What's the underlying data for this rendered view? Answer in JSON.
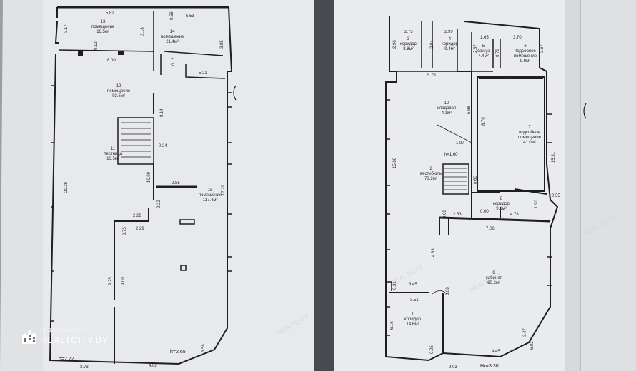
{
  "watermark": {
    "sub": "НЕДВИЖИМОСТЬ",
    "brand": "REALTCITY.BY",
    "icon": "city-skyline-icon"
  },
  "left_plan": {
    "rooms": [
      {
        "num": "13",
        "name": "помещение",
        "area": "18.5м²"
      },
      {
        "num": "14",
        "name": "помещение",
        "area": "21.4м²"
      },
      {
        "num": "12",
        "name": "помещение",
        "area": "93.5м²"
      },
      {
        "num": "11",
        "name": "лестница",
        "area": "10.5м²"
      },
      {
        "num": "15",
        "name": "помещение",
        "area": "117.4м²"
      }
    ],
    "dims": [
      "5.82",
      "5.53",
      "3.17",
      "3.18",
      "0.56",
      "0.12",
      "6.00",
      "0.12",
      "5.21",
      "3.85",
      "8.14",
      "0.24",
      "10.99",
      "2.85",
      "2.22",
      "20.26",
      "2.28",
      "0.75",
      "2.29",
      "9.25",
      "9.00",
      "17.29",
      "3.73",
      "4.62",
      "3.58"
    ],
    "heights": [
      "h=2.72",
      "h=2.65"
    ]
  },
  "right_plan": {
    "rooms": [
      {
        "num": "3",
        "name": "коридор",
        "area": "8.8м²"
      },
      {
        "num": "4",
        "name": "коридор",
        "area": "9.4м²"
      },
      {
        "num": "5",
        "name": "сан.уз",
        "area": "4.4м²"
      },
      {
        "num": "6",
        "name": "подсобное помещение",
        "area": "9.9м²"
      },
      {
        "num": "10",
        "name": "кладовая",
        "area": "4.1м²"
      },
      {
        "num": "7",
        "name": "подсобное помещение",
        "area": "41.0м²"
      },
      {
        "num": "2",
        "name": "вестибюль",
        "area": "73.2м²"
      },
      {
        "num": "8",
        "name": "коридор",
        "area": "9.1м²"
      },
      {
        "num": "9",
        "name": "кабинет",
        "area": "60.2м²"
      },
      {
        "num": "1",
        "name": "коридор",
        "area": "14.6м²"
      }
    ],
    "dims": [
      "2.75",
      "2.99",
      "1.65",
      "3.70",
      "2.96",
      "2.94",
      "2.67",
      "0.70",
      "3.67",
      "5.78",
      "4.93",
      "5.88",
      "8.70",
      "1.97",
      "15.86",
      "15.31",
      "0.55",
      "0.60",
      "0.60",
      "1.90",
      "4.78",
      "2.33",
      "0.60",
      "7.06",
      "4.83",
      "3.45",
      "3.51",
      "8.88",
      "0.31",
      "6.16",
      "3.47",
      "6.02",
      "4.45",
      "0.25",
      "9.03"
    ],
    "heights": [
      "h=1.60",
      "Hок3.30"
    ]
  }
}
